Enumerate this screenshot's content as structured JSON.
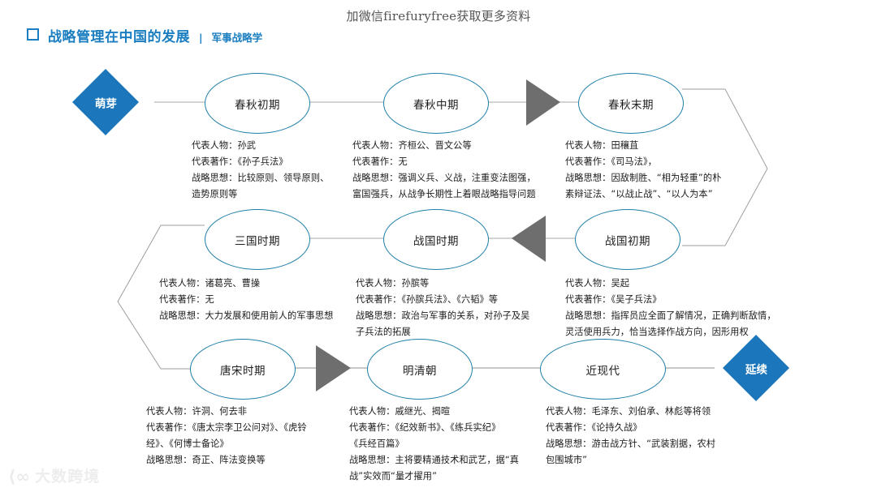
{
  "watermark": {
    "top": "加微信firefuryfree获取更多资料",
    "logo_mark": "⟨∞",
    "logo_text": "大数跨境"
  },
  "header": {
    "bullet_icon": "square-bullet-icon",
    "title": "战略管理在中国的发展",
    "divider": "|",
    "subtitle": "军事战略学"
  },
  "colors": {
    "accent": "#1b76bc",
    "node_stroke": "#1f7fa8",
    "arrow": "#6e6e6e",
    "connector": "#9a9a9a",
    "title": "#1a7ec0"
  },
  "diagram": {
    "start_marker": {
      "label": "萌芽",
      "shape": "diamond"
    },
    "end_marker": {
      "label": "延续",
      "shape": "diamond"
    },
    "arrows": [
      {
        "name": "arrow-row1-right",
        "direction": "right"
      },
      {
        "name": "arrow-row2-left",
        "direction": "left"
      },
      {
        "name": "arrow-row3-right",
        "direction": "right"
      }
    ],
    "nodes": [
      {
        "id": "chunqiu-chuqi",
        "label": "春秋初期",
        "lines": [
          "代表人物：孙武",
          "代表著作：《孙子兵法》",
          "战略思想：比较原则、领导原则、",
          "造势原则等"
        ]
      },
      {
        "id": "chunqiu-zhongqi",
        "label": "春秋中期",
        "lines": [
          "代表人物：齐桓公、晋文公等",
          "代表著作：无",
          "战略思想：强调义兵、义战，注重变法图强，",
          "富国强兵，从战争长期性上着眼战略指导问题"
        ]
      },
      {
        "id": "chunqiu-mouqi",
        "label": "春秋末期",
        "lines": [
          "代表人物：田穰苴",
          "代表著作：《司马法》，",
          "战略思想：因敌制胜、“相为轻重”的朴",
          "素辩证法、“以战止战”、“以人为本”"
        ]
      },
      {
        "id": "sanguo-shiqi",
        "label": "三国时期",
        "lines": [
          "代表人物：诸葛亮、曹操",
          "代表著作：无",
          "战略思想：大力发展和使用前人的军事思想"
        ]
      },
      {
        "id": "zhanguo-shiqi",
        "label": "战国时期",
        "lines": [
          "代表人物：孙膑等",
          "代表著作：《孙膑兵法》、《六韬》等",
          "战略思想：政治与军事的关系，对孙子及吴",
          "子兵法的拓展"
        ]
      },
      {
        "id": "zhanguo-chuqi",
        "label": "战国初期",
        "lines": [
          "代表人物：吴起",
          "代表著作：《吴子兵法》",
          "战略思想：指挥员应全面了解情况，正确判断敌情，",
          "灵活使用兵力，恰当选择作战方向，因形用权"
        ]
      },
      {
        "id": "tangsong-shiqi",
        "label": "唐宋时期",
        "lines": [
          "代表人物：许洞、何去非",
          "代表著作：《唐太宗李卫公问对》、《虎铃",
          "经》、《何博士备论》",
          "战略思想：奇正、阵法变换等"
        ]
      },
      {
        "id": "mingqing-chao",
        "label": "明清朝",
        "lines": [
          "代表人物：戚继光、揭暄",
          "代表著作：《纪效新书》、《练兵实纪》",
          "《兵经百篇》",
          "战略思想：主将要精通技术和武艺，据“真",
          "战”实效而“量才擢用”"
        ]
      },
      {
        "id": "jinxiandai",
        "label": "近现代",
        "lines": [
          "代表人物：毛泽东、刘伯承、林彪等将领",
          "代表著作：《论持久战》",
          "战略思想：游击战方针、“武装割据，农村",
          "包围城市”"
        ]
      }
    ]
  }
}
